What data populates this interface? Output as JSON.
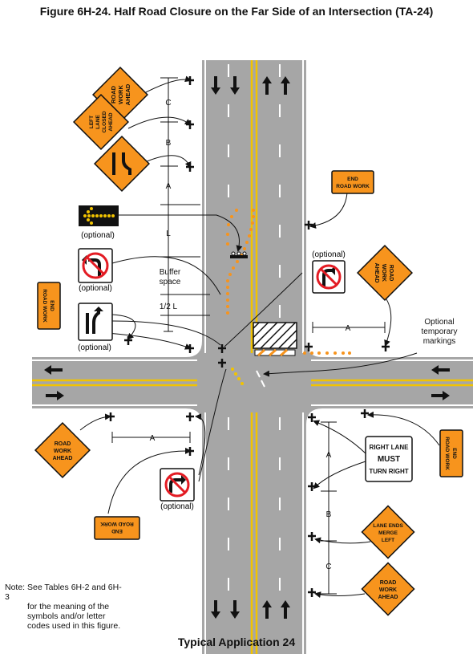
{
  "title": "Figure 6H-24.  Half Road Closure on the Far Side of an Intersection (TA-24)",
  "caption": "Typical Application 24",
  "note": {
    "first": "Note: See Tables 6H-2 and 6H-3",
    "lines": [
      "for the meaning of the",
      "symbols and/or letter",
      "codes used in this figure."
    ]
  },
  "labels": {
    "optional": "(optional)",
    "buffer_line1": "Buffer",
    "buffer_line2": "space",
    "half_l": "1/2 L",
    "dim_a": "A",
    "dim_b": "B",
    "dim_c": "C",
    "dim_l": "L",
    "optional_markings": [
      "Optional",
      "temporary",
      "markings"
    ]
  },
  "signs": {
    "road_work_ahead": [
      "ROAD",
      "WORK",
      "AHEAD"
    ],
    "left_lane_closed_ahead": [
      "LEFT",
      "LANE",
      "CLOSED",
      "AHEAD"
    ],
    "end_road_work": [
      "END",
      "ROAD WORK"
    ],
    "lane_ends_merge_left": [
      "LANE ENDS",
      "MERGE",
      "LEFT"
    ],
    "right_lane_must_turn_right": [
      "RIGHT LANE",
      "MUST",
      "TURN RIGHT"
    ]
  },
  "colors": {
    "road": "#a6a6a6",
    "center_line": "#f2c300",
    "sign_orange": "#f7941d",
    "channelizer": "#f7941d",
    "ink": "#111111"
  }
}
